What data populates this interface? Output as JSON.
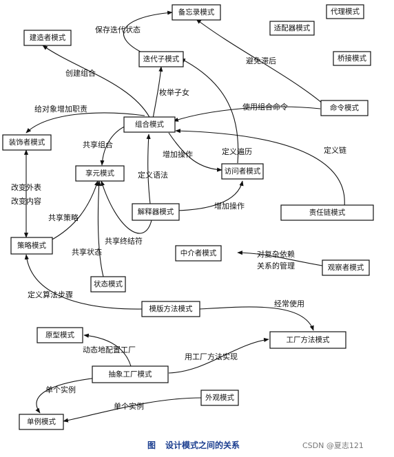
{
  "nodes": {
    "memento": "备忘录模式",
    "proxy": "代理模式",
    "builder": "建造者模式",
    "adapter": "适配器模式",
    "iterator": "迭代子模式",
    "bridge": "桥接模式",
    "command": "命令模式",
    "composite": "组合模式",
    "decorator": "装饰者模式",
    "flyweight": "享元模式",
    "visitor": "访问者模式",
    "interpreter": "解释器模式",
    "chain": "责任链模式",
    "strategy": "策略模式",
    "mediator": "中介者模式",
    "observer": "观察者模式",
    "state": "状态模式",
    "template": "模版方法模式",
    "prototype": "原型模式",
    "factory_method": "工厂方法模式",
    "abstract_factory": "抽象工厂模式",
    "facade": "外观模式",
    "singleton": "单例模式"
  },
  "edge_labels": {
    "save_iteration_state": "保存迭代状态",
    "avoid_lag": "避免滞后",
    "create_composite": "创建组合",
    "enumerate_children": "枚举子女",
    "add_responsibility": "给对象增加职责",
    "use_composite_command": "使用组合命令",
    "share_composite": "共享组合",
    "define_traversal": "定义遍历",
    "add_operation_1": "增加操作",
    "define_chain": "定义链",
    "define_grammar": "定义语法",
    "change_appearance": "改变外表",
    "change_content": "改变内容",
    "share_strategy": "共享策略",
    "add_operation_2": "增加操作",
    "share_terminal": "共享终结符",
    "share_state": "共享状态",
    "complex_dependency_1": "对复杂依赖",
    "complex_dependency_2": "关系的管理",
    "define_algorithm_steps": "定义算法步骤",
    "often_used": "经常使用",
    "dynamic_config_factory": "动态地配置工厂",
    "implement_with_factory_method": "用工厂方法实现",
    "single_instance_1": "单个实例",
    "single_instance_2": "单个实例"
  },
  "caption": {
    "figure": "图",
    "title": "设计模式之间的关系"
  },
  "watermark": "CSDN @夏志121"
}
